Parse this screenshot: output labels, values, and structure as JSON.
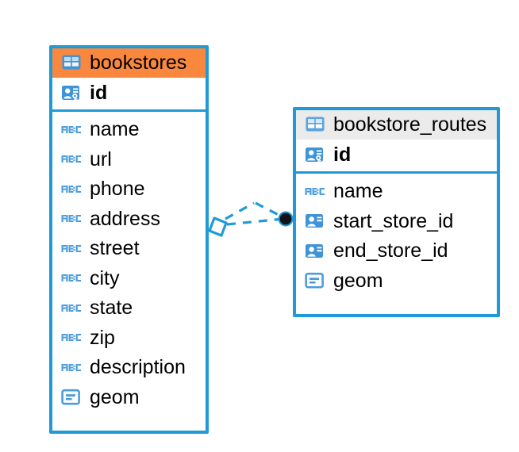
{
  "diagram": {
    "title": "Entity relationship diagram",
    "background_color": "#ffffff",
    "accent_color": "#1f9ad6",
    "highlight_color": "#f9883e",
    "neutral_header_color": "#ebebeb"
  },
  "tables": [
    {
      "name": "bookstores",
      "header_style": "accent",
      "table_icon": "table-grid-icon",
      "primary_key": {
        "label": "id",
        "icon": "primary-key-card-icon",
        "type": "primary-key"
      },
      "fields": [
        {
          "label": "name",
          "icon": "abc-text-icon",
          "type": "text"
        },
        {
          "label": "url",
          "icon": "abc-text-icon",
          "type": "text"
        },
        {
          "label": "phone",
          "icon": "abc-text-icon",
          "type": "text"
        },
        {
          "label": "address",
          "icon": "abc-text-icon",
          "type": "text"
        },
        {
          "label": "street",
          "icon": "abc-text-icon",
          "type": "text"
        },
        {
          "label": "city",
          "icon": "abc-text-icon",
          "type": "text"
        },
        {
          "label": "state",
          "icon": "abc-text-icon",
          "type": "text"
        },
        {
          "label": "zip",
          "icon": "abc-text-icon",
          "type": "text"
        },
        {
          "label": "description",
          "icon": "abc-text-icon",
          "type": "text"
        },
        {
          "label": "geom",
          "icon": "geometry-icon",
          "type": "geometry"
        }
      ]
    },
    {
      "name": "bookstore_routes",
      "header_style": "neutral",
      "table_icon": "table-grid-icon",
      "primary_key": {
        "label": "id",
        "icon": "primary-key-card-icon",
        "type": "primary-key"
      },
      "fields": [
        {
          "label": "name",
          "icon": "abc-text-icon",
          "type": "text"
        },
        {
          "label": "start_store_id",
          "icon": "foreign-key-icon",
          "type": "foreign-key"
        },
        {
          "label": "end_store_id",
          "icon": "foreign-key-icon",
          "type": "foreign-key"
        },
        {
          "label": "geom",
          "icon": "geometry-icon",
          "type": "geometry"
        }
      ]
    }
  ],
  "relationship": {
    "source_table": "bookstores",
    "target_table": "bookstore_routes",
    "line_style": "dashed",
    "source_endpoint": "diamond-endpoint",
    "target_endpoint": "filled-circle-endpoint",
    "color": "#1f9ad6"
  }
}
